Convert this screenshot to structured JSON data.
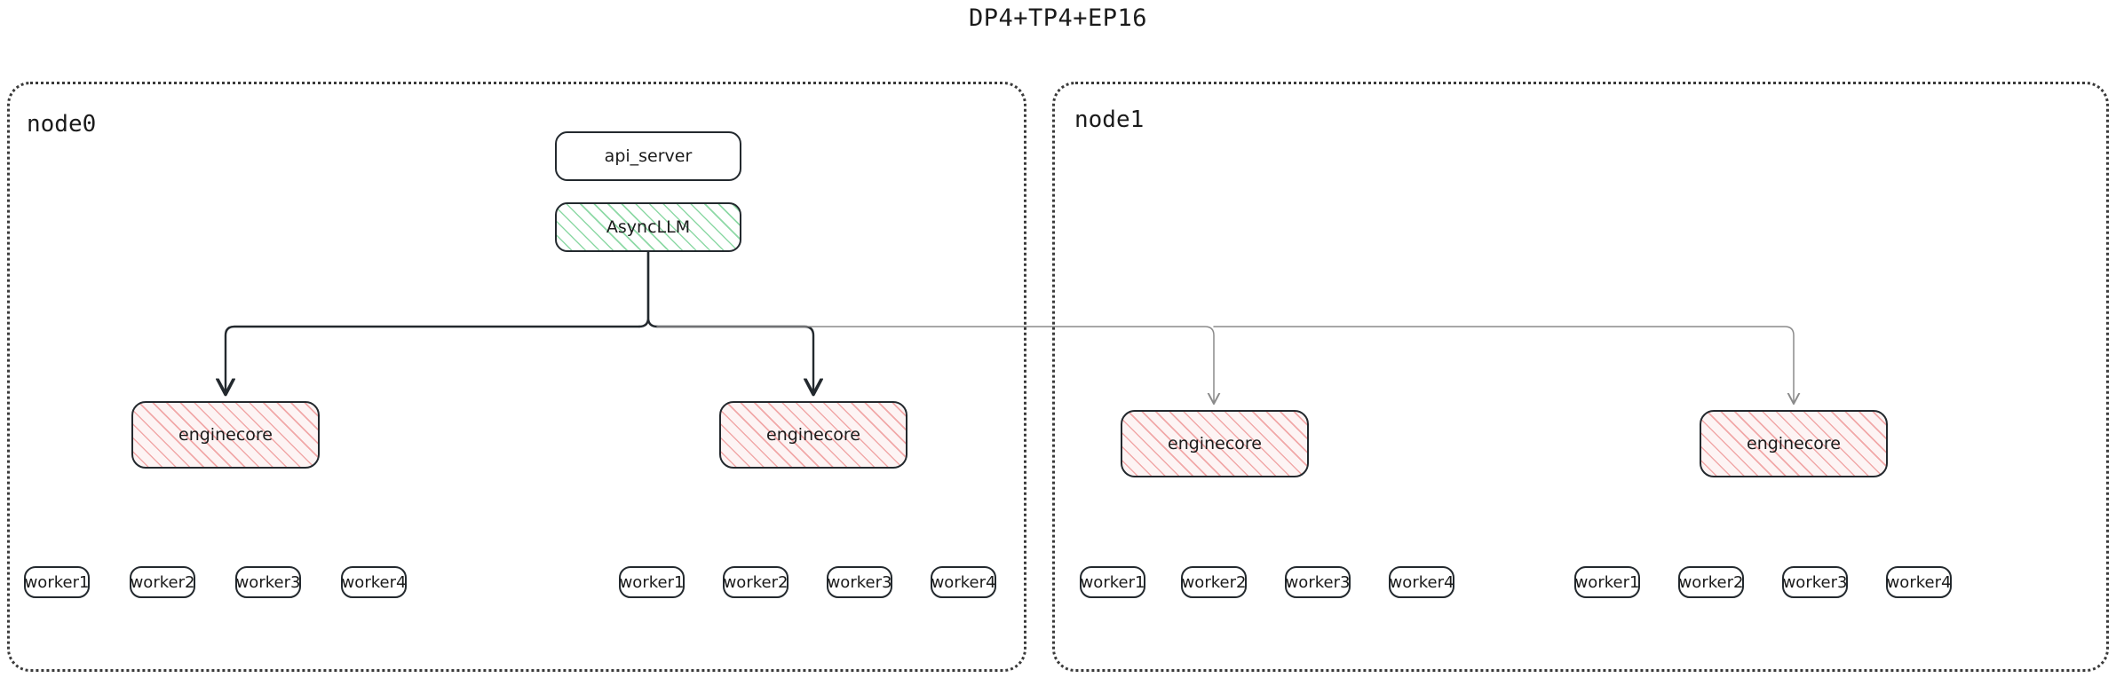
{
  "title": "DP4+TP4+EP16",
  "colors": {
    "stroke_dark": "#23292e",
    "stroke_gray": "#8b8b8b",
    "hatch_green": "#8ed9a6",
    "hatch_red": "#f1a8a8",
    "node_border": "#3a3a3a",
    "text": "#1b1b1b"
  },
  "nodes": [
    {
      "id": "node0",
      "label": "node0",
      "frontend": {
        "api_server": "api_server",
        "async_llm": "AsyncLLM"
      },
      "enginecores": [
        {
          "label": "enginecore",
          "workers": [
            "worker1",
            "worker2",
            "worker3",
            "worker4"
          ]
        },
        {
          "label": "enginecore",
          "workers": [
            "worker1",
            "worker2",
            "worker3",
            "worker4"
          ]
        }
      ]
    },
    {
      "id": "node1",
      "label": "node1",
      "enginecores": [
        {
          "label": "enginecore",
          "workers": [
            "worker1",
            "worker2",
            "worker3",
            "worker4"
          ]
        },
        {
          "label": "enginecore",
          "workers": [
            "worker1",
            "worker2",
            "worker3",
            "worker4"
          ]
        }
      ]
    }
  ]
}
